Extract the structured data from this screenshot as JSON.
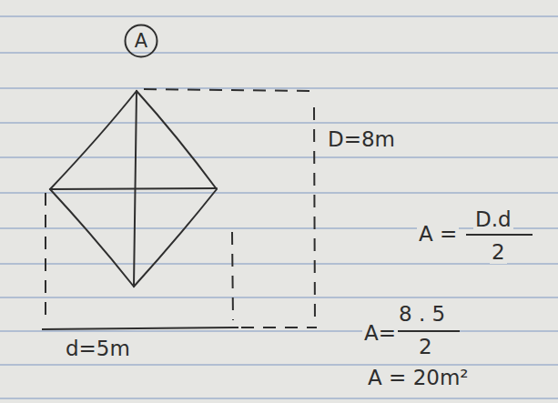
{
  "diagram": {
    "nodes": [
      {
        "text": [
          "A"
        ]
      }
    ],
    "labels": [
      "D=8m",
      "d=5m",
      "A =",
      "D.d",
      "2",
      "A=",
      "8 . 5",
      "2",
      "A = 20m²"
    ]
  }
}
